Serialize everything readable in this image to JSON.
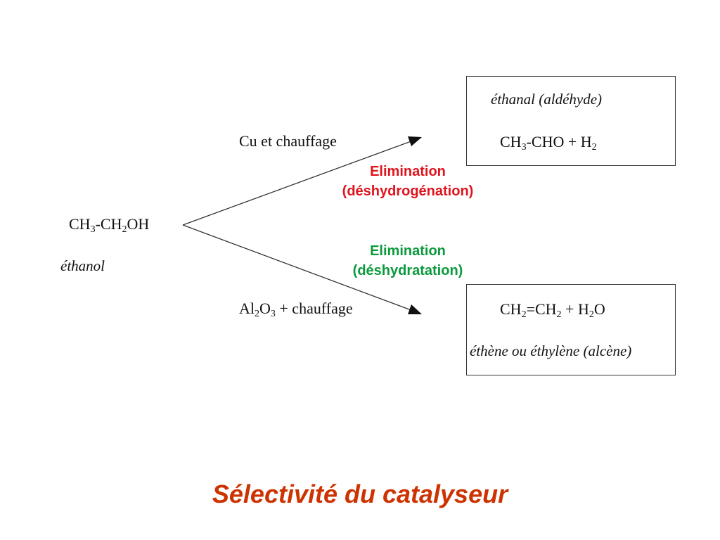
{
  "reactant": {
    "formula_parts": [
      "CH",
      "3",
      "-CH",
      "2",
      "OH"
    ],
    "name": "éthanol"
  },
  "upper_path": {
    "condition": "Cu et chauffage",
    "reaction_type": "Elimination",
    "reaction_subtype": "(déshydrogénation)",
    "label_color": "#e0141e",
    "product_name": "éthanal (aldéhyde)",
    "product_formula_parts": [
      "CH",
      "3",
      "-CHO + H",
      "2"
    ]
  },
  "lower_path": {
    "condition_parts": [
      "Al",
      "2",
      "O",
      "3",
      " + chauffage"
    ],
    "reaction_type": "Elimination",
    "reaction_subtype": "(déshydratation)",
    "label_color": "#0a9a3c",
    "product_formula_parts": [
      "CH",
      "2",
      "=CH",
      "2",
      " + H",
      "2",
      "O"
    ],
    "product_name": "éthène ou éthylène (alcène)"
  },
  "title": "Sélectivité du catalyseur",
  "title_color": "#cc3300"
}
